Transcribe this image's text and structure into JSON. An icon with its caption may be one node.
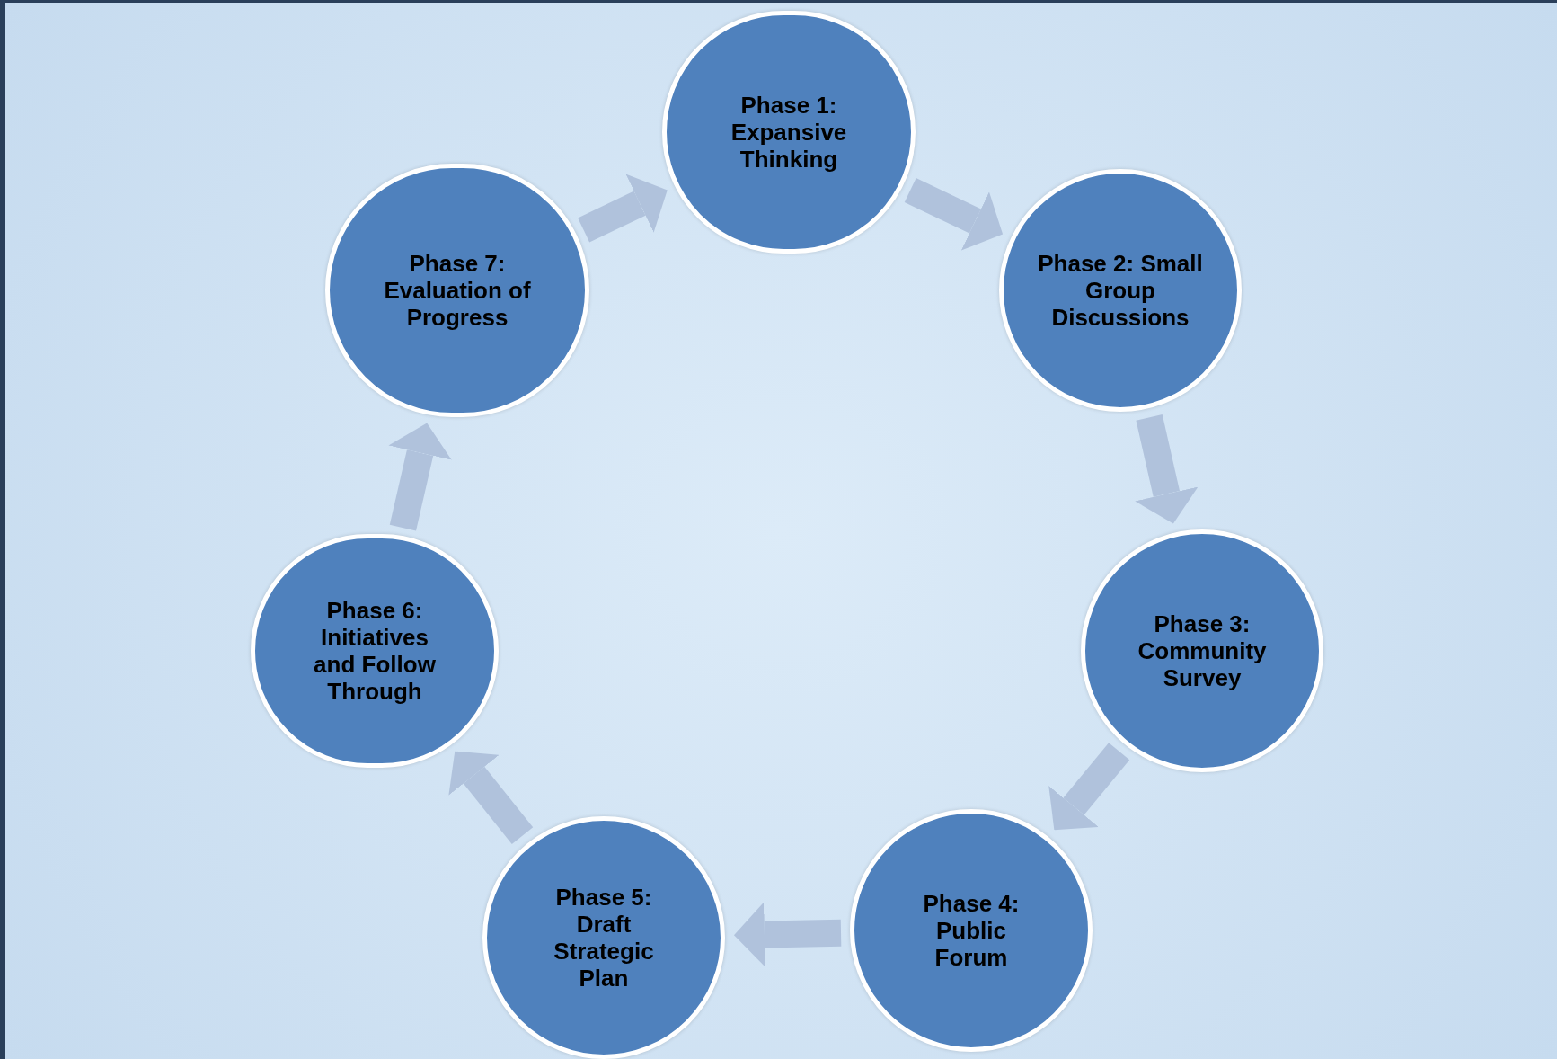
{
  "diagram": {
    "nodes": [
      {
        "text": [
          "Phase 1: Expansive Thinking"
        ]
      },
      {
        "text": [
          "Phase 2: Small Group Discussions"
        ]
      },
      {
        "text": [
          "Phase 3: Community Survey"
        ]
      },
      {
        "text": [
          "Phase 4: Public Forum"
        ]
      },
      {
        "text": [
          "Phase 5: Draft Strategic Plan"
        ]
      },
      {
        "text": [
          "Phase 6: Initiatives and Follow Through"
        ]
      },
      {
        "text": [
          "Phase 7: Evaluation of Progress"
        ]
      }
    ],
    "edges": [
      {
        "from": 0,
        "to": 1,
        "arrow": "to"
      },
      {
        "from": 1,
        "to": 2,
        "arrow": "to"
      },
      {
        "from": 2,
        "to": 3,
        "arrow": "to"
      },
      {
        "from": 3,
        "to": 4,
        "arrow": "to"
      },
      {
        "from": 4,
        "to": 5,
        "arrow": "to"
      },
      {
        "from": 5,
        "to": 6,
        "arrow": "to"
      },
      {
        "from": 6,
        "to": 0,
        "arrow": "to"
      }
    ]
  }
}
